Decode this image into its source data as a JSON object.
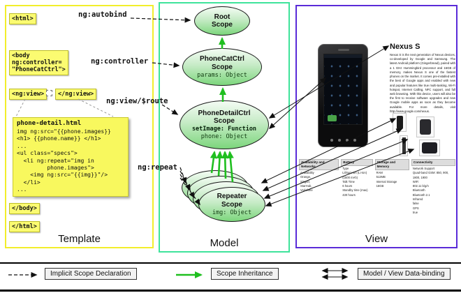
{
  "panels": {
    "template_label": "Template",
    "model_label": "Model",
    "view_label": "View"
  },
  "template": {
    "html_open": "<html>",
    "autobind_label": "ng:autobind",
    "body_open": "<body\nng:controller=\n\"PhoneCatCtrl\">",
    "controller_label": "ng:controller",
    "ngview_open": "<ng:view>",
    "ngview_close": "</ng:view>",
    "view_route_label": "ng:view/$route",
    "code_title": "phone-detail.html",
    "code_body": "img ng:src=\"{{phone.images}}\n<h1> {{phone.name}} </h1>\n...\n<ul class=\"specs\">\n  <li ng:repeat=\"img in\n         phone.images\">\n    <img ng:src=\"{{img}}\"/>\n  </li>\n...",
    "repeat_label": "ng:repeat",
    "body_close": "</body>",
    "html_close": "</html>"
  },
  "model": {
    "root_scope": {
      "title": "Root\nScope"
    },
    "phonecat_scope": {
      "title": "PhoneCatCtrl\nScope",
      "prop_params": "params: Object"
    },
    "phonedetail_scope": {
      "title": "PhoneDetailCtrl\nScope",
      "prop_setimage": "setImage: Function",
      "prop_phone": "phone: Object"
    },
    "repeater_scope": {
      "title": "Repeater\nScope",
      "prop_img": "img: Object"
    }
  },
  "view": {
    "phone_name": "Nexus S",
    "description": "Nexus S is the next generation of Nexus devices, co-developed by Google and Samsung. The latest Android platform (Gingerbread), paired with a 1 GHz Hummingbird processor and 16GB of memory, makes Nexus S one of the fastest phones on the market. It comes pre-installed with the best of Google apps and enabled with new and popular features like true multi-tasking, Wi-Fi hotspot, Internet Calling, NFC support, and full web browsing. With this device, users will also be the first to receive software upgrades and new Google mobile apps as soon as they become available. For more details, visit http://www.google.com/nexus.",
    "specs": [
      {
        "header": "Availability and Networks",
        "lines": [
          "Availability",
          "Orange,",
          "Singtel,",
          "StarHub,",
          "Vodafone"
        ]
      },
      {
        "header": "Battery",
        "lines": [
          "Type",
          "Lithium Ion (Li-Ion) (1500 mAh)",
          "Talk Time",
          "6 hours",
          "Standby time (max)",
          "430 hours"
        ]
      },
      {
        "header": "Storage and Memory",
        "lines": [
          "RAM",
          "512MB",
          "Internal Storage",
          "16GB"
        ]
      },
      {
        "header": "Connectivity",
        "lines": [
          "Network Support",
          "Quad-band GSM: 850, 900, 1800, 1900",
          "WiFi",
          "802.11 b/g/n",
          "Bluetooth",
          "Bluetooth 2.1",
          "Infrared",
          "false",
          "GPS",
          "true"
        ]
      }
    ]
  },
  "legend": {
    "implicit_label": "Implicit Scope Declaration",
    "inheritance_label": "Scope Inheritance",
    "binding_label": "Model / View Data-binding"
  },
  "colors": {
    "template_border": "#f2ee2b",
    "model_border": "#3fe39b",
    "view_border": "#5a2bd8",
    "tag_bg": "#fbfb71",
    "tag_border": "#bdbd2a",
    "code_bg": "#f8f85e",
    "scope_green": "#7cd67c",
    "inherit_green": "#1fbf1f"
  }
}
